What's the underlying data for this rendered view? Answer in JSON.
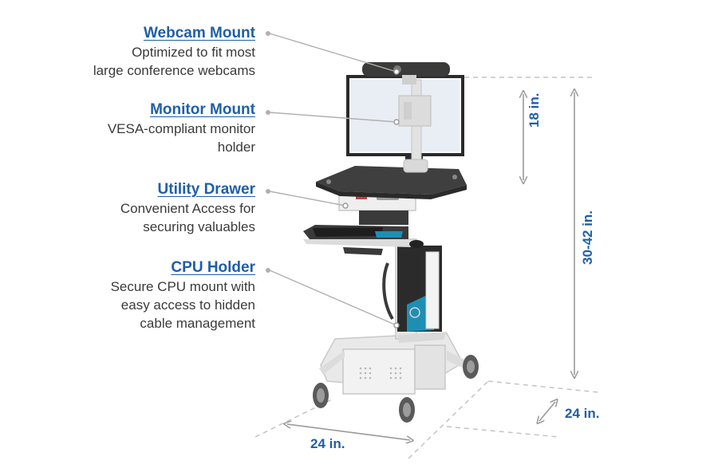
{
  "callouts": {
    "webcam": {
      "title": "Webcam Mount",
      "desc_line1": "Optimized to fit most",
      "desc_line2": "large conference webcams"
    },
    "monitor": {
      "title": "Monitor Mount",
      "desc_line1": "VESA-compliant monitor",
      "desc_line2": "holder"
    },
    "drawer": {
      "title": "Utility Drawer",
      "desc_line1": "Convenient Access for",
      "desc_line2": "securing valuables"
    },
    "cpu": {
      "title": "CPU Holder",
      "desc_line1": "Secure CPU mount with",
      "desc_line2": "easy access to hidden",
      "desc_line3": "cable management"
    }
  },
  "dimensions": {
    "monitor_height": "18 in.",
    "cart_height": "30-42 in.",
    "depth": "24 in.",
    "width": "24 in."
  },
  "colors": {
    "title_blue": "#1f5fa8",
    "body_text": "#3a3a3a",
    "leader_gray": "#b0b0b0"
  }
}
